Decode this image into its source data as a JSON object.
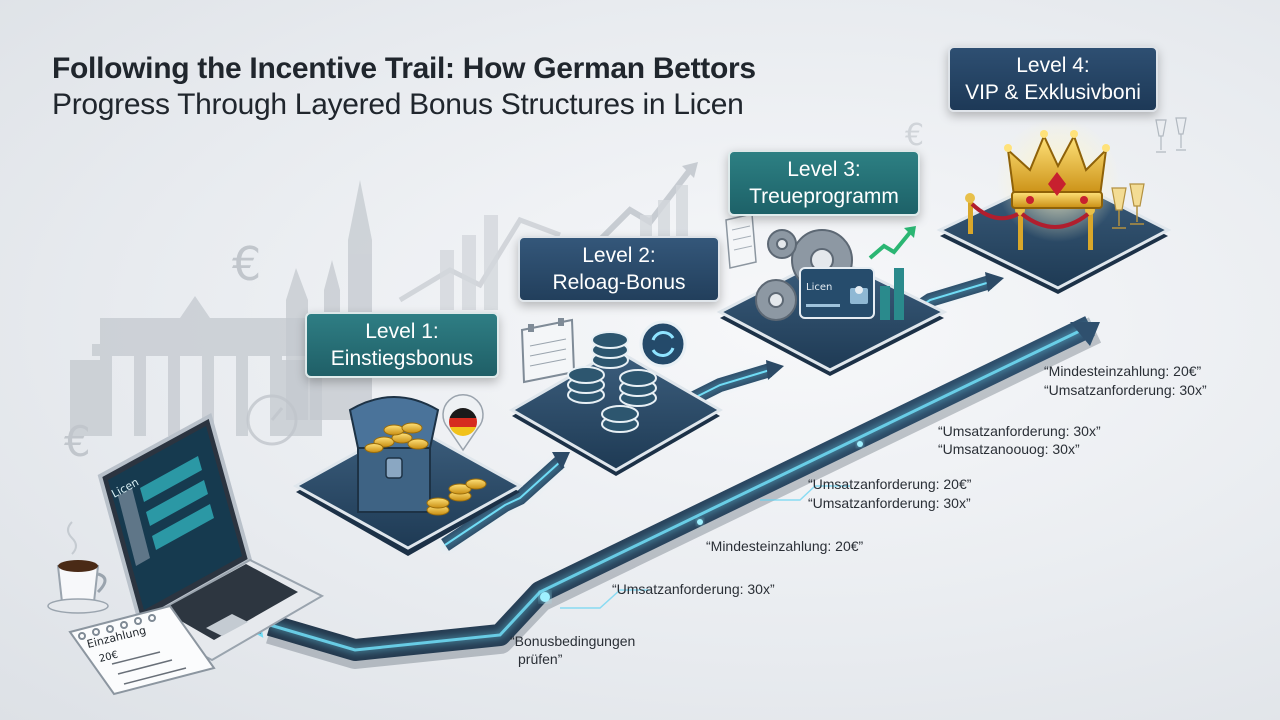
{
  "title": {
    "line1": "Following the Incentive Trail: How German Bettors",
    "line2": "Progress Through Layered Bonus Structures in Licen"
  },
  "levels": [
    {
      "line1": "Level 1:",
      "line2": "Einstiegsbonus"
    },
    {
      "line1": "Level 2:",
      "line2": "Reloag-Bonus"
    },
    {
      "line1": "Level 3:",
      "line2": "Treueprogramm"
    },
    {
      "line1": "Level 4:",
      "line2": "VIP & Exklusivboni"
    }
  ],
  "annotations": [
    {
      "text": "“Bonusbedingungen"
    },
    {
      "text": "prüfen”"
    },
    {
      "text": "“Umsatzanforderung: 30x”"
    },
    {
      "text": "“Mindesteinzahlung: 20€”"
    },
    {
      "text": "“Umsatzanforderung: 20€”"
    },
    {
      "text": "“Umsatzanforderung: 30x”"
    },
    {
      "text": "“Umsatzanforderung: 30x”"
    },
    {
      "text": "“Umsatzanoouog: 30x”"
    },
    {
      "text": "“Mindesteinzahlung: 20€”"
    },
    {
      "text": "“Umsatzanforderung: 30x”"
    }
  ],
  "laptop": {
    "screen_brand": "Licen"
  },
  "notepad": {
    "line1": "Einzahlung",
    "line2": "20€"
  },
  "card": {
    "brand": "Licen"
  },
  "icons": [
    "euro-icon",
    "laptop-icon",
    "coffee-cup-icon",
    "notepad-icon",
    "treasure-chest-icon",
    "germany-flag-pin-icon",
    "casino-chips-icon",
    "calendar-icon",
    "refresh-icon",
    "gears-icon",
    "loyalty-card-icon",
    "bar-chart-icon",
    "crown-icon",
    "champagne-glasses-icon",
    "brandenburg-gate-icon",
    "cathedral-icon"
  ],
  "colors": {
    "teal": "#1f6f78",
    "navy": "#1d3957",
    "glow": "#5fd3f2",
    "gold": "#e8b522",
    "text": "#20262d"
  }
}
